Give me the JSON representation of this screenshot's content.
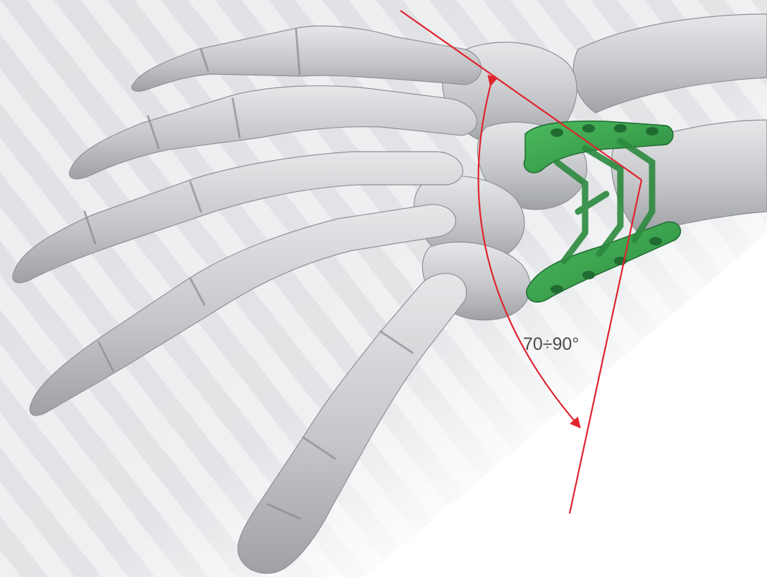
{
  "figure": {
    "angle_label": "70÷90°",
    "colors": {
      "bone": "#c9cacc",
      "bone_shade": "#9c9ea2",
      "bone_highlight": "#e4e5e7",
      "implant": "#3aa04e",
      "implant_dark": "#1f6b31",
      "guide_line": "#e0232d",
      "stripe_light": "#f2f3f4",
      "stripe_dark": "#e3e4e6",
      "label_text": "#4a4a4a"
    },
    "icons": [
      "hand-skeleton-illustration",
      "bone-plate-implant",
      "angle-arc-arrow"
    ]
  }
}
